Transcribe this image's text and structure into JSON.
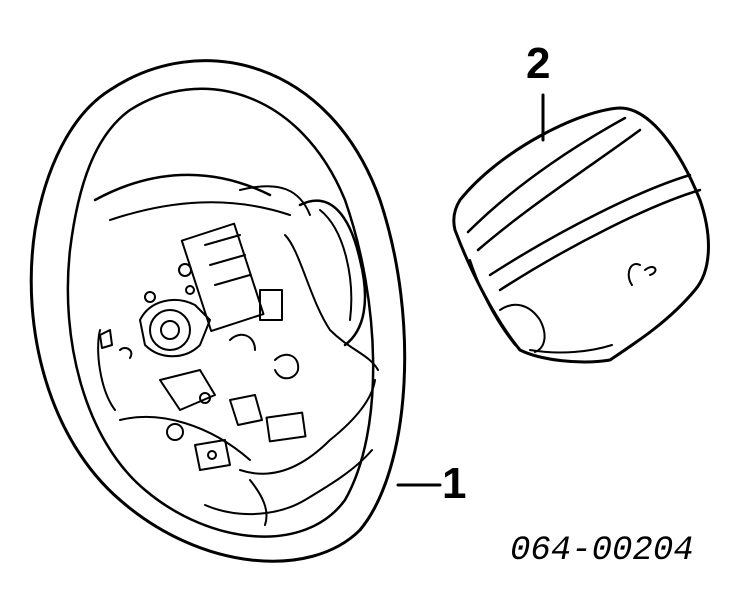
{
  "callouts": {
    "steering_wheel": "1",
    "airbag_module": "2"
  },
  "part_number": "064-00204",
  "colors": {
    "line": "#000000",
    "background": "#ffffff"
  }
}
